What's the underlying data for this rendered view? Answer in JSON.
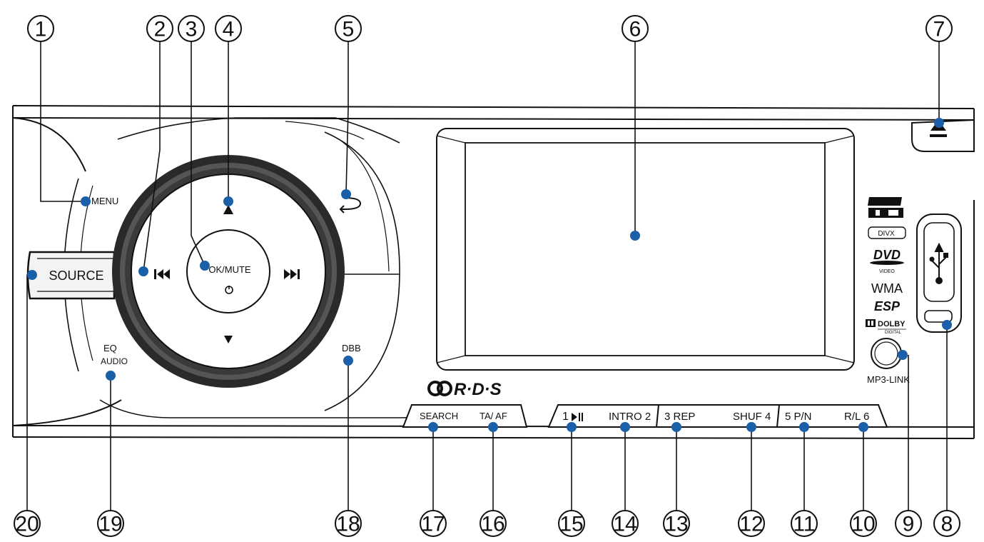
{
  "labels": {
    "menu": "MENU",
    "source": "SOURCE",
    "ok_mute": "OK/MUTE",
    "eq": "EQ",
    "audio": "AUDIO",
    "dbb": "DBB",
    "rds": "R·D·S",
    "search": "SEARCH",
    "ta_af": "TA/ AF",
    "btn1": "1",
    "intro2": "INTRO 2",
    "btn3rep": "3 REP",
    "shuf4": "SHUF 4",
    "btn5pn": "5 P/N",
    "rl6": "R/L 6",
    "mp3_link": "MP3-LINK",
    "wma": "WMA",
    "esp": "ESP",
    "dolby": "DOLBY",
    "digital": "DIGITAL",
    "divx": "DIVX",
    "dvd": "DVD",
    "video": "VIDEO"
  },
  "callouts": [
    {
      "id": "1",
      "label": "1"
    },
    {
      "id": "2",
      "label": "2"
    },
    {
      "id": "3",
      "label": "3"
    },
    {
      "id": "4",
      "label": "4"
    },
    {
      "id": "5",
      "label": "5"
    },
    {
      "id": "6",
      "label": "6"
    },
    {
      "id": "7",
      "label": "7"
    },
    {
      "id": "8",
      "label": "8"
    },
    {
      "id": "9",
      "label": "9"
    },
    {
      "id": "10",
      "label": "10"
    },
    {
      "id": "11",
      "label": "11"
    },
    {
      "id": "12",
      "label": "12"
    },
    {
      "id": "13",
      "label": "13"
    },
    {
      "id": "14",
      "label": "14"
    },
    {
      "id": "15",
      "label": "15"
    },
    {
      "id": "16",
      "label": "16"
    },
    {
      "id": "17",
      "label": "17"
    },
    {
      "id": "18",
      "label": "18"
    },
    {
      "id": "19",
      "label": "19"
    },
    {
      "id": "20",
      "label": "20"
    }
  ],
  "colors": {
    "line": "#111111",
    "leader": "#1a5fa8",
    "dot": "#1a5fa8"
  }
}
